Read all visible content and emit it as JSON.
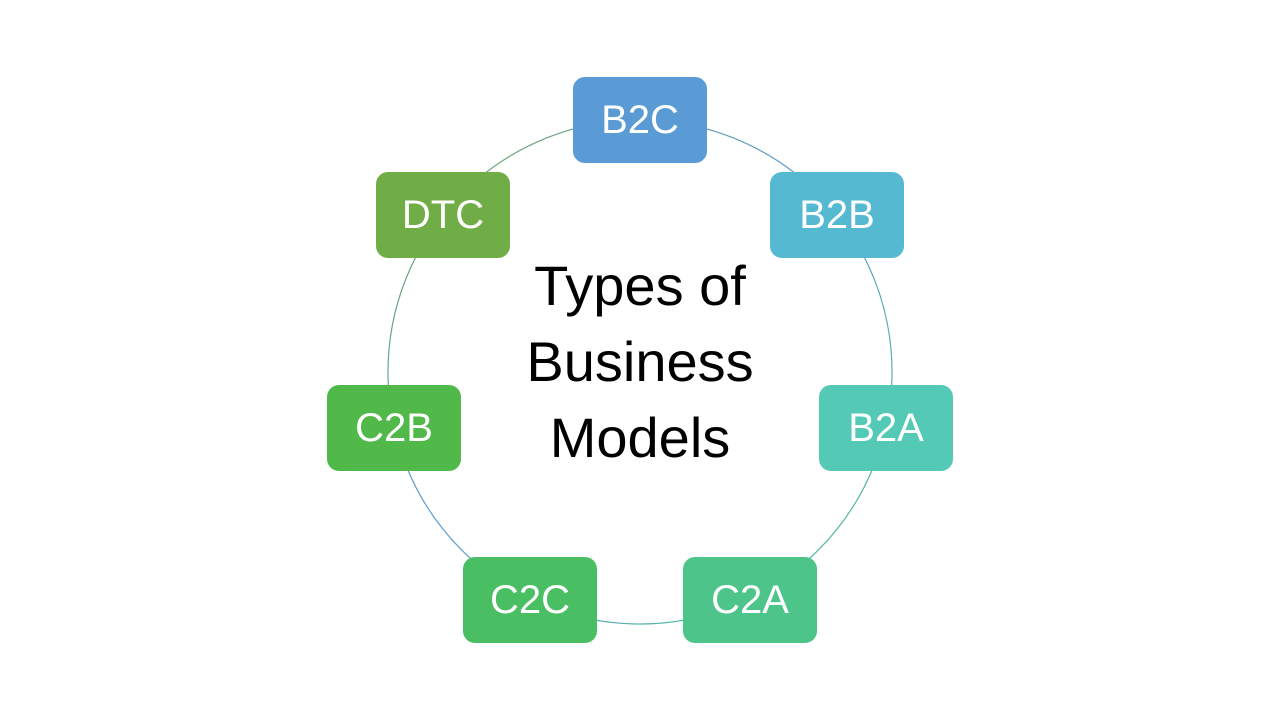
{
  "title": {
    "lines": [
      "Types of",
      "Business",
      "Models"
    ]
  },
  "nodes": [
    {
      "id": "b2c",
      "label": "B2C",
      "color": "#5B9BD5"
    },
    {
      "id": "b2b",
      "label": "B2B",
      "color": "#56B9D2"
    },
    {
      "id": "b2a",
      "label": "B2A",
      "color": "#53C9B6"
    },
    {
      "id": "c2a",
      "label": "C2A",
      "color": "#4DC48A"
    },
    {
      "id": "c2c",
      "label": "C2C",
      "color": "#4ABE63"
    },
    {
      "id": "c2b",
      "label": "C2B",
      "color": "#51B84A"
    },
    {
      "id": "dtc",
      "label": "DTC",
      "color": "#70AD47"
    }
  ]
}
